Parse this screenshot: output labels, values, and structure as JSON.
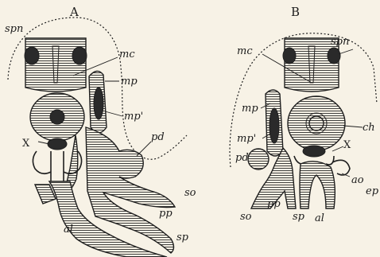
{
  "figures": [
    {
      "title": "A",
      "labels": {
        "spn": "spn",
        "mc": "mc",
        "mp": "mp",
        "mp_prime": "mp'",
        "pd": "pd",
        "X": "X",
        "so": "so",
        "pp": "pp",
        "al": "al",
        "sp": "sp"
      }
    },
    {
      "title": "B",
      "labels": {
        "spn": "spn",
        "mc": "mc",
        "mp": "mp",
        "mp_prime": "mp'",
        "ch": "ch",
        "pd": "pd",
        "X": "X",
        "ao": "ao",
        "ep": "ep",
        "so": "so",
        "pp": "pp",
        "sp": "sp",
        "al": "al"
      }
    }
  ]
}
